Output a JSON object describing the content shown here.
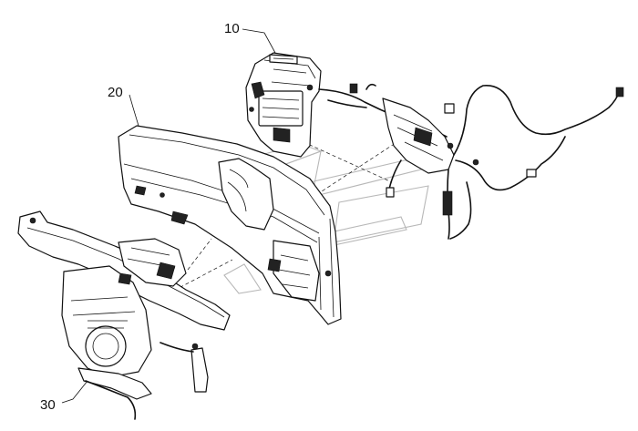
{
  "callouts": [
    {
      "id": "part-10",
      "label": "10"
    },
    {
      "id": "part-20",
      "label": "20"
    },
    {
      "id": "part-30",
      "label": "30"
    }
  ],
  "colors": {
    "line": "#111111",
    "background": "#ffffff",
    "watermark": "#b8b8b8"
  }
}
